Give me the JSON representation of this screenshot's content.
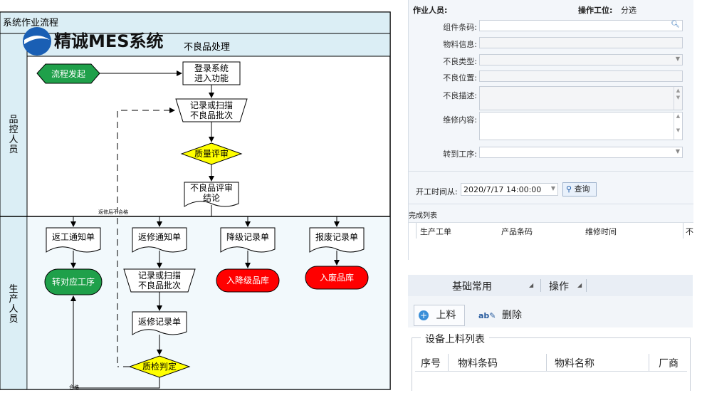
{
  "flow": {
    "title": "系统作业流程",
    "subtitle": "不良品处理",
    "logo_text": "精诚MES系统",
    "lane_qc": "品控人员",
    "lane_prod": "生产人员",
    "start": "流程发起",
    "login": [
      "登录系统",
      "进入功能"
    ],
    "record1": [
      "记录或扫描",
      "不良品批次"
    ],
    "review": "质量评审",
    "conclusion": [
      "不良品评审",
      "结论"
    ],
    "rework_fail": "返修后不合格",
    "n_rework": "返工通知单",
    "n_repair": "返修通知单",
    "n_downgrade": "降级记录单",
    "n_scrap": "报废记录单",
    "to_process": "转对应工序",
    "record2": [
      "记录或扫描",
      "不良品批次"
    ],
    "in_downgrade": "入降级品库",
    "in_scrap": "入废品库",
    "repair_record": "返修记录单",
    "qc_judge": "质检判定",
    "pass": "合格"
  },
  "form": {
    "operator_label": "作业人员:",
    "operator_value": "",
    "station_label": "操作工位:",
    "station_value": "分选",
    "fields": [
      {
        "label": "组件条码:",
        "value": ""
      },
      {
        "label": "物料信息:",
        "value": ""
      },
      {
        "label": "不良类型:",
        "value": ""
      },
      {
        "label": "不良位置:",
        "value": ""
      },
      {
        "label": "不良描述:",
        "value": ""
      },
      {
        "label": "维修内容:",
        "value": ""
      },
      {
        "label": "转到工序:",
        "value": ""
      }
    ],
    "start_time_label": "开工时间从:",
    "start_time_value": "2020/7/17 14:00:00",
    "query_label": "查询",
    "done_list_label": "完成列表",
    "columns": [
      "生产工单",
      "产品条码",
      "维修时间",
      "不"
    ]
  },
  "bottom": {
    "tab1": "基础常用",
    "tab2": "操作",
    "btn_load": "上料",
    "btn_delete": "删除",
    "group_title": "设备上料列表",
    "columns": [
      "序号",
      "物料条码",
      "物料名称",
      "厂商"
    ]
  },
  "colors": {
    "start_green": "#1fa04a",
    "diamond_yellow": "#ffff00",
    "terminal_red": "#ff0000",
    "lane_blue": "#dbeef5"
  }
}
